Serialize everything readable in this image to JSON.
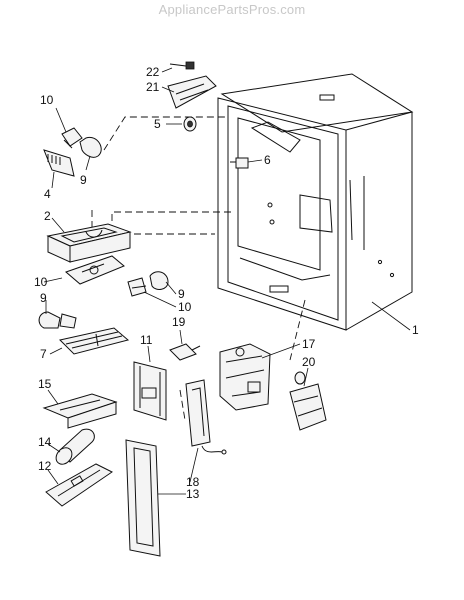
{
  "watermark": "AppliancePartsPros.com",
  "callouts": {
    "c22": "22",
    "c21": "21",
    "c5": "5",
    "c6": "6",
    "c10a": "10",
    "c4": "4",
    "c9a": "9",
    "c2": "2",
    "c10b": "10",
    "c9b": "9",
    "c9c": "9",
    "c10c": "10",
    "c7": "7",
    "c1": "1",
    "c19": "19",
    "c11": "11",
    "c17": "17",
    "c20": "20",
    "c15": "15",
    "c14": "14",
    "c12": "12",
    "c18": "18",
    "c13": "13"
  }
}
